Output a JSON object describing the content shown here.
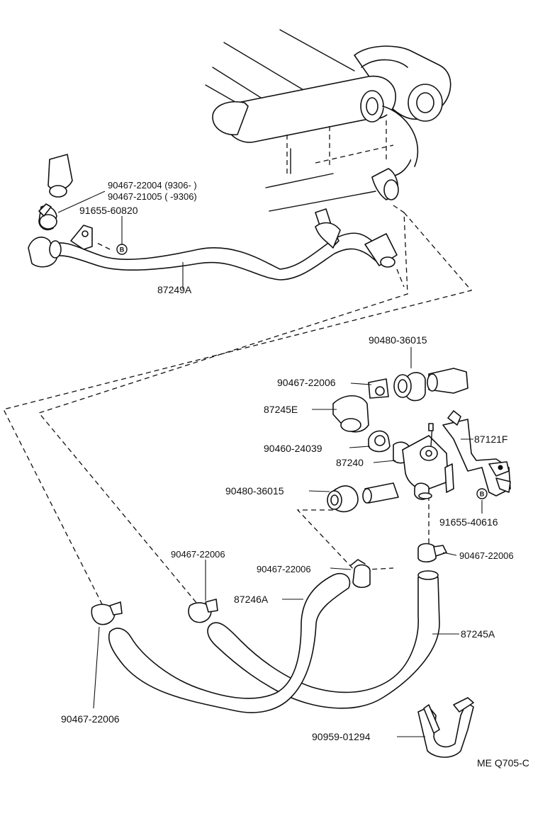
{
  "diagram_code": "ME Q705-C",
  "badge_letter": "B",
  "parts": {
    "p_90467_22004": "90467-22004 (9306-        )",
    "p_90467_21005": "90467-21005 (        -9306)",
    "p_91655_60820": "91655-60820",
    "p_87249A": "87249A",
    "p_90480_36015_top": "90480-36015",
    "p_90467_22006_a": "90467-22006",
    "p_87245E": "87245E",
    "p_90460_24039": "90460-24039",
    "p_87121F": "87121F",
    "p_87240": "87240",
    "p_90480_36015_mid": "90480-36015",
    "p_91655_40616": "91655-40616",
    "p_90467_22006_b": "90467-22006",
    "p_90467_22006_c": "90467-22006",
    "p_90467_22006_d": "90467-22006",
    "p_87246A": "87246A",
    "p_87245A": "87245A",
    "p_90467_22006_e": "90467-22006",
    "p_90959_01294": "90959-01294"
  }
}
